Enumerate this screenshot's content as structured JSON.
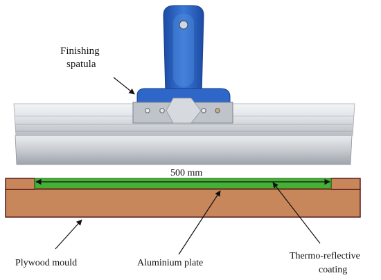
{
  "labels": {
    "spatula": [
      "Finishing",
      "spatula"
    ],
    "dimension": "500 mm",
    "plywood": "Plywood mould",
    "aluminium": "Aluminium plate",
    "coating": [
      "Thermo-reflective",
      "coating"
    ]
  },
  "colors": {
    "plywood": "#c8875a",
    "plywood_outline": "#5a1a1a",
    "coating": "#44b035",
    "coating_dark": "#1f6d17",
    "handle": "#2e67c8",
    "handle_dark": "#1d4d9e",
    "blade": "#d2d6da"
  }
}
